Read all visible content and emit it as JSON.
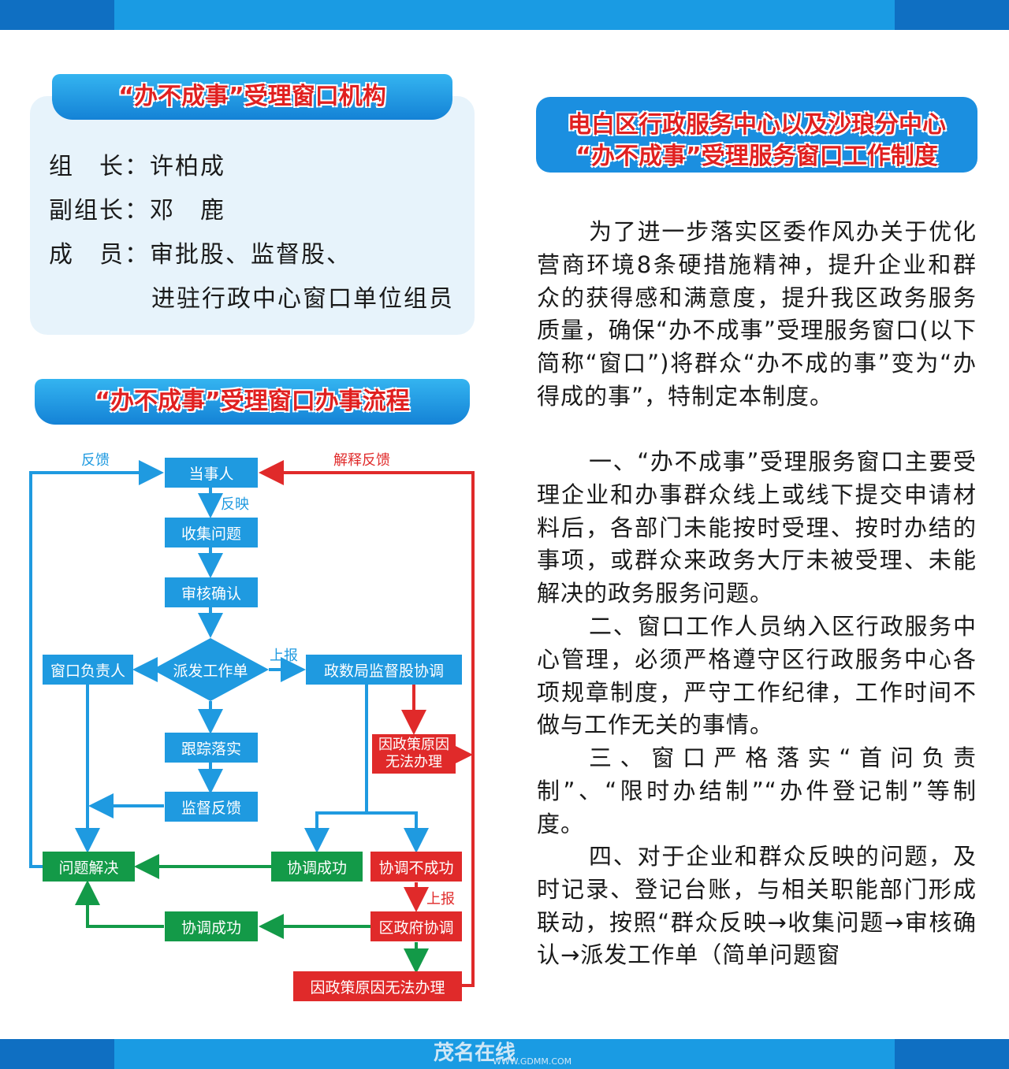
{
  "org": {
    "title": "“办不成事”受理窗口机构",
    "rows": [
      {
        "label": "组　长：",
        "value": "许柏成"
      },
      {
        "label": "副组长：",
        "value": "邓　鹿"
      },
      {
        "label": "成　员：",
        "value": "审批股、监督股、"
      },
      {
        "label": "",
        "value": "进驻行政中心窗口单位组员"
      }
    ]
  },
  "flow": {
    "title": "“办不成事”受理窗口办事流程",
    "nodes": {
      "party": "当事人",
      "collect": "收集问题",
      "review": "审核确认",
      "dispatch": "派发工作单",
      "window_head": "窗口负责人",
      "bureau": "政数局监督股协调",
      "track": "跟踪落实",
      "supervise": "监督反馈",
      "policy_small": "因政策原因无法办理",
      "solved": "问题解决",
      "coord_ok_1": "协调成功",
      "coord_fail": "协调不成功",
      "coord_ok_2": "协调成功",
      "district": "区政府协调",
      "policy_bottom": "因政策原因无法办理"
    },
    "labels": {
      "feedback": "反馈",
      "explain_feedback": "解释反馈",
      "reflect": "反映",
      "report_1": "上报",
      "report_2": "上报"
    }
  },
  "policy": {
    "title_line1": "电白区行政服务中心以及沙琅分中心",
    "title_line2": "“办不成事”受理服务窗口工作制度",
    "paragraphs": [
      "为了进一步落实区委作风办关于优化营商环境8条硬措施精神，提升企业和群众的获得感和满意度，提升我区政务服务质量，确保“办不成事”受理服务窗口(以下简称“窗口”)将群众“办不成的事”变为“办得成的事”，特制定本制度。",
      "一、“办不成事”受理服务窗口主要受理企业和办事群众线上或线下提交申请材料后，各部门未能按时受理、按时办结的事项，或群众来政务大厅未被受理、未能解决的政务服务问题。",
      "二、窗口工作人员纳入区行政服务中心管理，必须严格遵守区行政服务中心各项规章制度，严守工作纪律，工作时间不做与工作无关的事情。",
      "三、窗口严格落实“首问负责制”、“限时办结制”“办件登记制”等制度。",
      "四、对于企业和群众反映的问题，及时记录、登记台账，与相关职能部门形成联动，按照“群众反映→收集问题→审核确认→派发工作单（简单问题窗"
    ]
  },
  "watermark": {
    "brand": "茂名在线",
    "site": "WWW.GDMM.COM"
  },
  "colors": {
    "blue": "#1f9ae0",
    "green": "#139a48",
    "red": "#e02a2a",
    "band_dark": "#0f6fc2",
    "band_light": "#1a9be3"
  }
}
